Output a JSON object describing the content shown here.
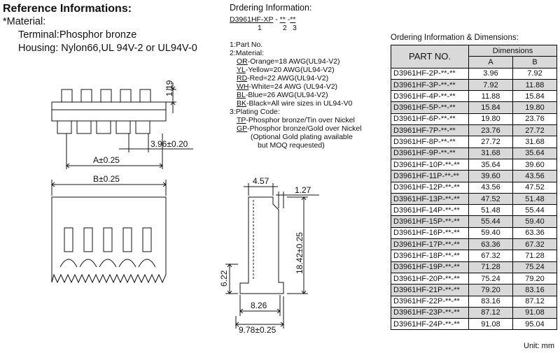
{
  "reference": {
    "title": "Reference Informations:",
    "material_label": "*Material:",
    "terminal": "Terminal:Phosphor bronze",
    "housing": "Housing: Nylon66,UL 94V-2 or UL94V-0"
  },
  "ordering": {
    "title": "Drdering Information:",
    "part_format": "D3961HF-XP",
    "dash1": "-",
    "suffix2": "**",
    "dash2": "-",
    "suffix3": "**",
    "idx1": "1",
    "idx2": "2",
    "idx3": "3",
    "item1": "1:Part No.",
    "item2": "2:Material:",
    "materials": [
      {
        "code": "OR",
        "text": "-Orange=18 AWG(UL94-V2)"
      },
      {
        "code": "YL",
        "text": "-Yellow=20 AWG(UL94-V2)"
      },
      {
        "code": "RD",
        "text": "-Red=22 AWG(UL94-V2)"
      },
      {
        "code": "WH",
        "text": "-White=24 AWG (UL94-V2)"
      },
      {
        "code": "BL",
        "text": "-Blue=26 AWG(UL94-V2)"
      },
      {
        "code": "BK",
        "text": "-Black=All wire sizes in UL94-V0"
      }
    ],
    "item3": "3:Plating Code:",
    "platings": [
      {
        "code": "TP",
        "text": "-Phosphor bronze/Tin over Nickel"
      },
      {
        "code": "GP",
        "text": "-Phosphor bronze/Gold over Nickel"
      }
    ],
    "note1": "(Optional Gold plating available",
    "note2": "but MOQ requested)"
  },
  "drawing": {
    "dim_119": "1.19",
    "dim_396": "3.96±0.20",
    "dim_a": "A±0.25",
    "dim_b": "B±0.25",
    "dim_457": "4.57",
    "dim_127": "1.27",
    "dim_1842": "18.42±0.25",
    "dim_622": "6.22",
    "dim_826": "8.26",
    "dim_978": "9.78±0.25"
  },
  "table": {
    "caption": "Ordering Information & Dimensions:",
    "col_part": "PART NO.",
    "col_dims": "Dimensions",
    "col_a": "A",
    "col_b": "B",
    "unit": "Unit: mm",
    "rows": [
      {
        "part": "D3961HF-2P-**-**",
        "a": "3.96",
        "b": "7.92"
      },
      {
        "part": "D3961HF-3P-**-**",
        "a": "7.92",
        "b": "11.88"
      },
      {
        "part": "D3961HF-4P-**-**",
        "a": "11.88",
        "b": "15.84"
      },
      {
        "part": "D3961HF-5P-**-**",
        "a": "15.84",
        "b": "19.80"
      },
      {
        "part": "D3961HF-6P-**-**",
        "a": "19.80",
        "b": "23.76"
      },
      {
        "part": "D3961HF-7P-**-**",
        "a": "23.76",
        "b": "27.72"
      },
      {
        "part": "D3961HF-8P-**-**",
        "a": "27.72",
        "b": "31.68"
      },
      {
        "part": "D3961HF-9P-**-**",
        "a": "31.68",
        "b": "35.64"
      },
      {
        "part": "D3961HF-10P-**-**",
        "a": "35.64",
        "b": "39.60"
      },
      {
        "part": "D3961HF-11P-**-**",
        "a": "39.60",
        "b": "43.56"
      },
      {
        "part": "D3961HF-12P-**-**",
        "a": "43.56",
        "b": "47.52"
      },
      {
        "part": "D3961HF-13P-**-**",
        "a": "47.52",
        "b": "51.48"
      },
      {
        "part": "D3961HF-14P-**-**",
        "a": "51.48",
        "b": "55.44"
      },
      {
        "part": "D3961HF-15P-**-**",
        "a": "55.44",
        "b": "59.40"
      },
      {
        "part": "D3961HF-16P-**-**",
        "a": "59.40",
        "b": "63.36"
      },
      {
        "part": "D3961HF-17P-**-**",
        "a": "63.36",
        "b": "67.32"
      },
      {
        "part": "D3961HF-18P-**-**",
        "a": "67.32",
        "b": "71.28"
      },
      {
        "part": "D3961HF-19P-**-**",
        "a": "71.28",
        "b": "75.24"
      },
      {
        "part": "D3961HF-20P-**-**",
        "a": "75.24",
        "b": "79.20"
      },
      {
        "part": "D3961HF-21P-**-**",
        "a": "79.20",
        "b": "83.16"
      },
      {
        "part": "D3961HF-22P-**-**",
        "a": "83.16",
        "b": "87.12"
      },
      {
        "part": "D3961HF-23P-**-**",
        "a": "87.12",
        "b": "91.08"
      },
      {
        "part": "D3961HF-24P-**-**",
        "a": "91.08",
        "b": "95.04"
      }
    ]
  }
}
